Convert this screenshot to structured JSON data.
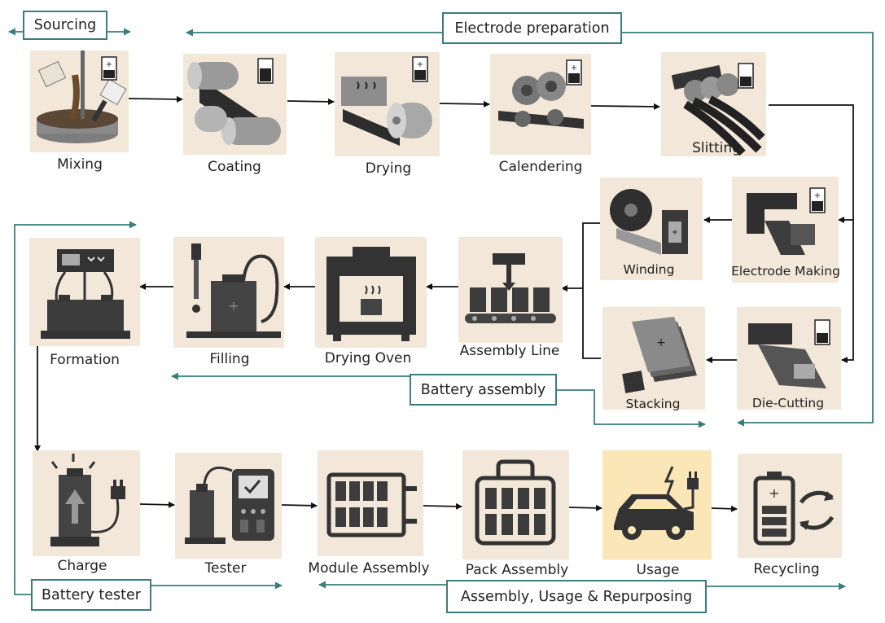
{
  "stages": {
    "mixing": "Mixing",
    "coating": "Coating",
    "drying": "Drying",
    "calendering": "Calendering",
    "slitting": "Slitting",
    "electrode_making": "Electrode Making",
    "winding": "Winding",
    "die_cutting": "Die-Cutting",
    "stacking": "Stacking",
    "assembly_line": "Assembly Line",
    "drying_oven": "Drying Oven",
    "filling": "Filling",
    "formation": "Formation",
    "charge": "Charge",
    "tester": "Tester",
    "module_assembly": "Module Assembly",
    "pack_assembly": "Pack Assembly",
    "usage": "Usage",
    "recycling": "Recycling"
  },
  "groups": {
    "sourcing": "Sourcing",
    "electrode_preparation": "Electrode preparation",
    "battery_assembly": "Battery assembly",
    "battery_tester": "Battery tester",
    "assembly_usage_repurposing": "Assembly, Usage & Repurposing"
  },
  "colors": {
    "tile": "#f2e7d8",
    "tile_warm": "#fbe6b8",
    "group_line": "#3a7d7b",
    "flow_arrow": "#111111"
  }
}
